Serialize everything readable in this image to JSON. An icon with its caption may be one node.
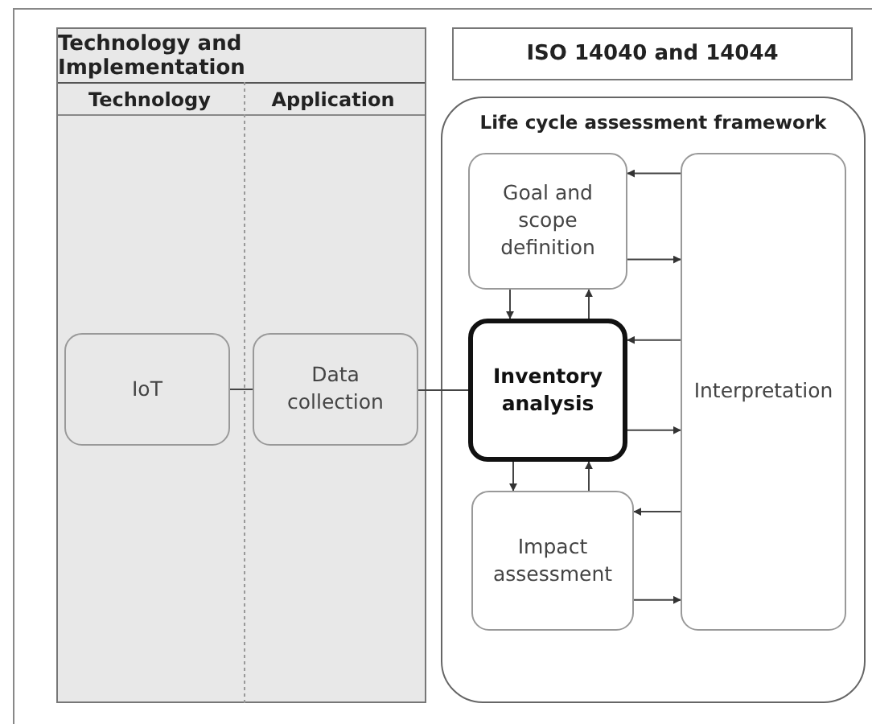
{
  "diagram": {
    "nodes": [
      {
        "text": [
          "Technology and Implementation",
          "Technology",
          "Application"
        ]
      },
      {
        "text": [
          "ISO 14040 and 14044"
        ]
      },
      {
        "text": [
          "Life cycle assessment framework"
        ]
      },
      {
        "text": [
          "IoT"
        ],
        "in": 0
      },
      {
        "text": [
          "Data collection"
        ],
        "in": 0
      },
      {
        "text": [
          "Goal and scope definition"
        ],
        "in": 2
      },
      {
        "text": [
          "Inventory analysis"
        ],
        "in": 2
      },
      {
        "text": [
          "Interpretation"
        ],
        "in": 2
      },
      {
        "text": [
          "Impact assessment"
        ],
        "in": 2
      }
    ],
    "edges": [
      {
        "from": 3,
        "to": 4,
        "arrow": "none"
      },
      {
        "from": 4,
        "to": 6,
        "arrow": "none"
      },
      {
        "from": 5,
        "to": 6,
        "arrow": "to"
      },
      {
        "from": 6,
        "to": 5,
        "arrow": "to"
      },
      {
        "from": 7,
        "to": 5,
        "arrow": "to"
      },
      {
        "from": 5,
        "to": 7,
        "arrow": "to"
      },
      {
        "from": 7,
        "to": 6,
        "arrow": "to"
      },
      {
        "from": 6,
        "to": 7,
        "arrow": "to"
      },
      {
        "from": 6,
        "to": 8,
        "arrow": "to"
      },
      {
        "from": 8,
        "to": 6,
        "arrow": "to"
      },
      {
        "from": 7,
        "to": 8,
        "arrow": "to"
      },
      {
        "from": 8,
        "to": 7,
        "arrow": "to"
      }
    ]
  }
}
